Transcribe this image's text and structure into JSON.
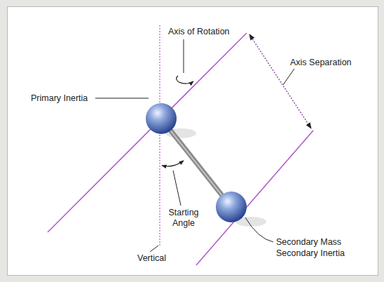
{
  "diagram": {
    "labels": [
      "Axis of Rotation",
      "Axis Separation",
      "Primary Inertia",
      "Starting Angle",
      "Vertical",
      "Secondary Mass",
      "Secondary Inertia"
    ]
  }
}
